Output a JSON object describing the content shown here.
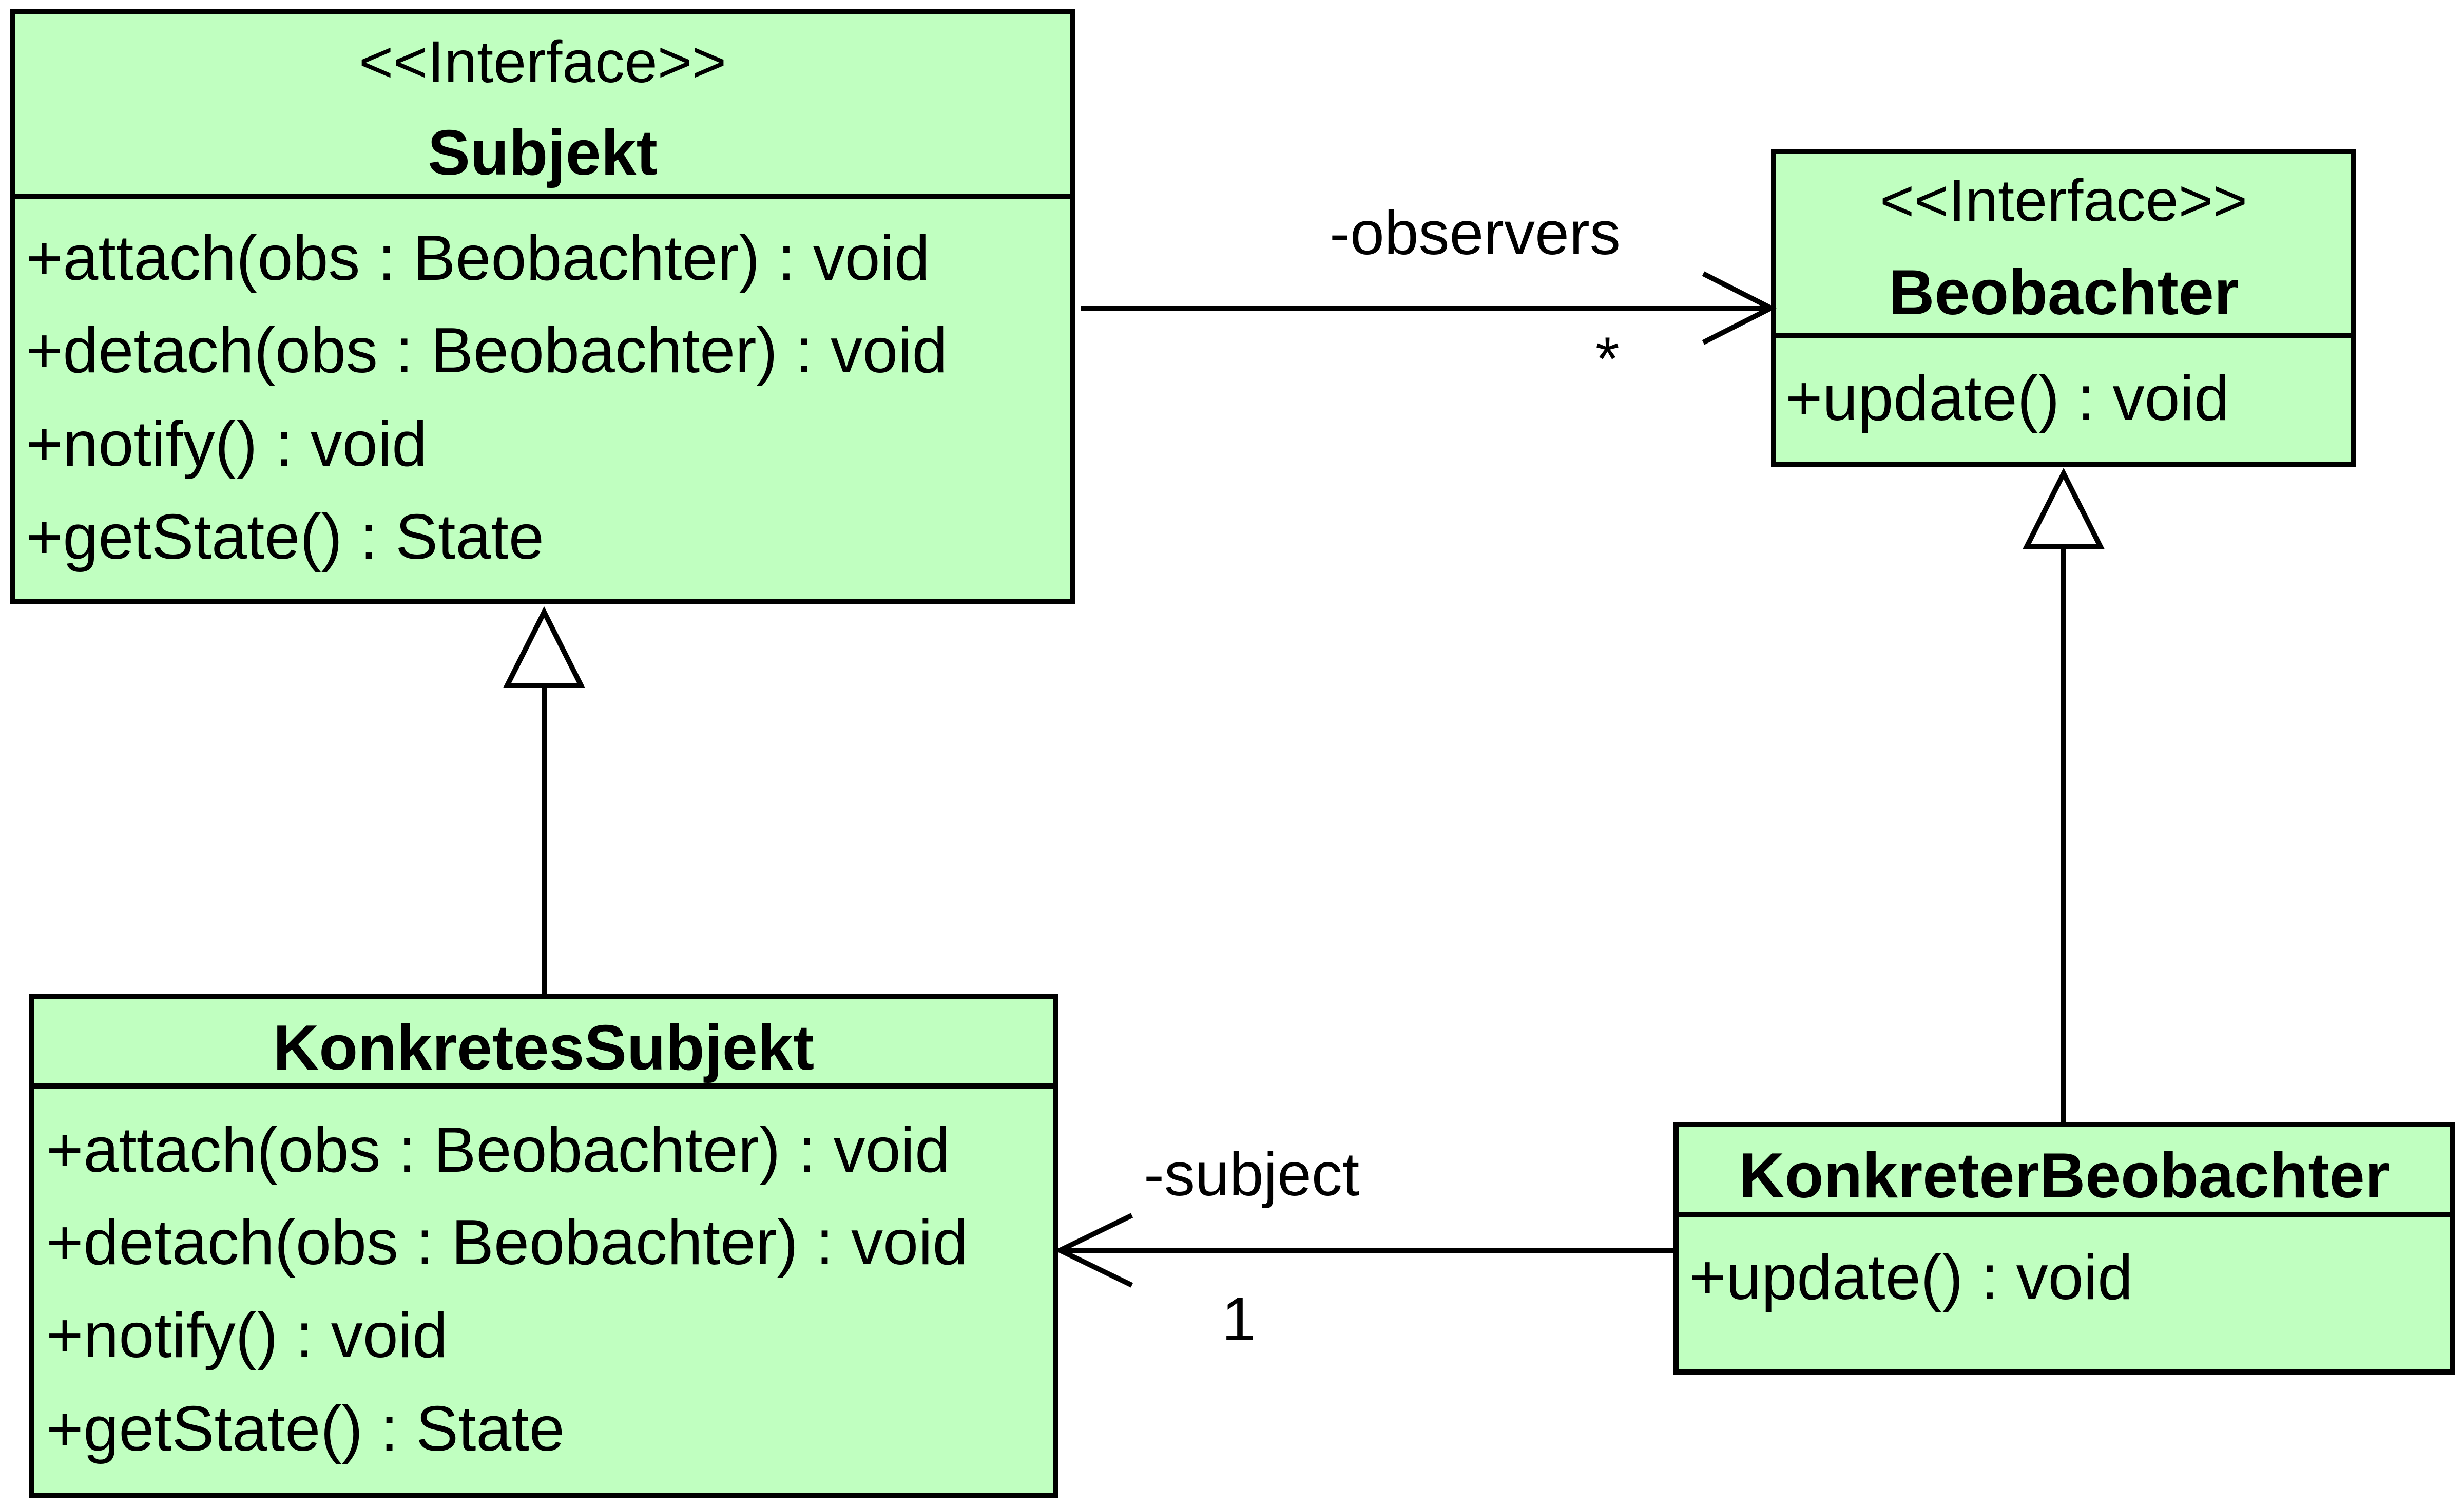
{
  "colors": {
    "class_fill": "#C0FFC0",
    "line": "#000000",
    "background": "#FFFFFF"
  },
  "classes": {
    "subjekt": {
      "stereotype": "<<Interface>>",
      "name": "Subjekt",
      "operations": [
        "+attach(obs : Beobachter) : void",
        "+detach(obs : Beobachter) : void",
        "+notify() : void",
        "+getState() : State"
      ]
    },
    "beobachter": {
      "stereotype": "<<Interface>>",
      "name": "Beobachter",
      "operations": [
        "+update() : void"
      ]
    },
    "konkretes_subjekt": {
      "name": "KonkretesSubjekt",
      "operations": [
        "+attach(obs : Beobachter) : void",
        "+detach(obs : Beobachter) : void",
        "+notify() : void",
        "+getState() : State"
      ]
    },
    "konkreter_beobachter": {
      "name": "KonkreterBeobachter",
      "operations": [
        "+update() : void"
      ]
    }
  },
  "relations": {
    "observers": {
      "role": "-observers",
      "multiplicity": "*"
    },
    "subject": {
      "role": "-subject",
      "multiplicity": "1"
    }
  }
}
